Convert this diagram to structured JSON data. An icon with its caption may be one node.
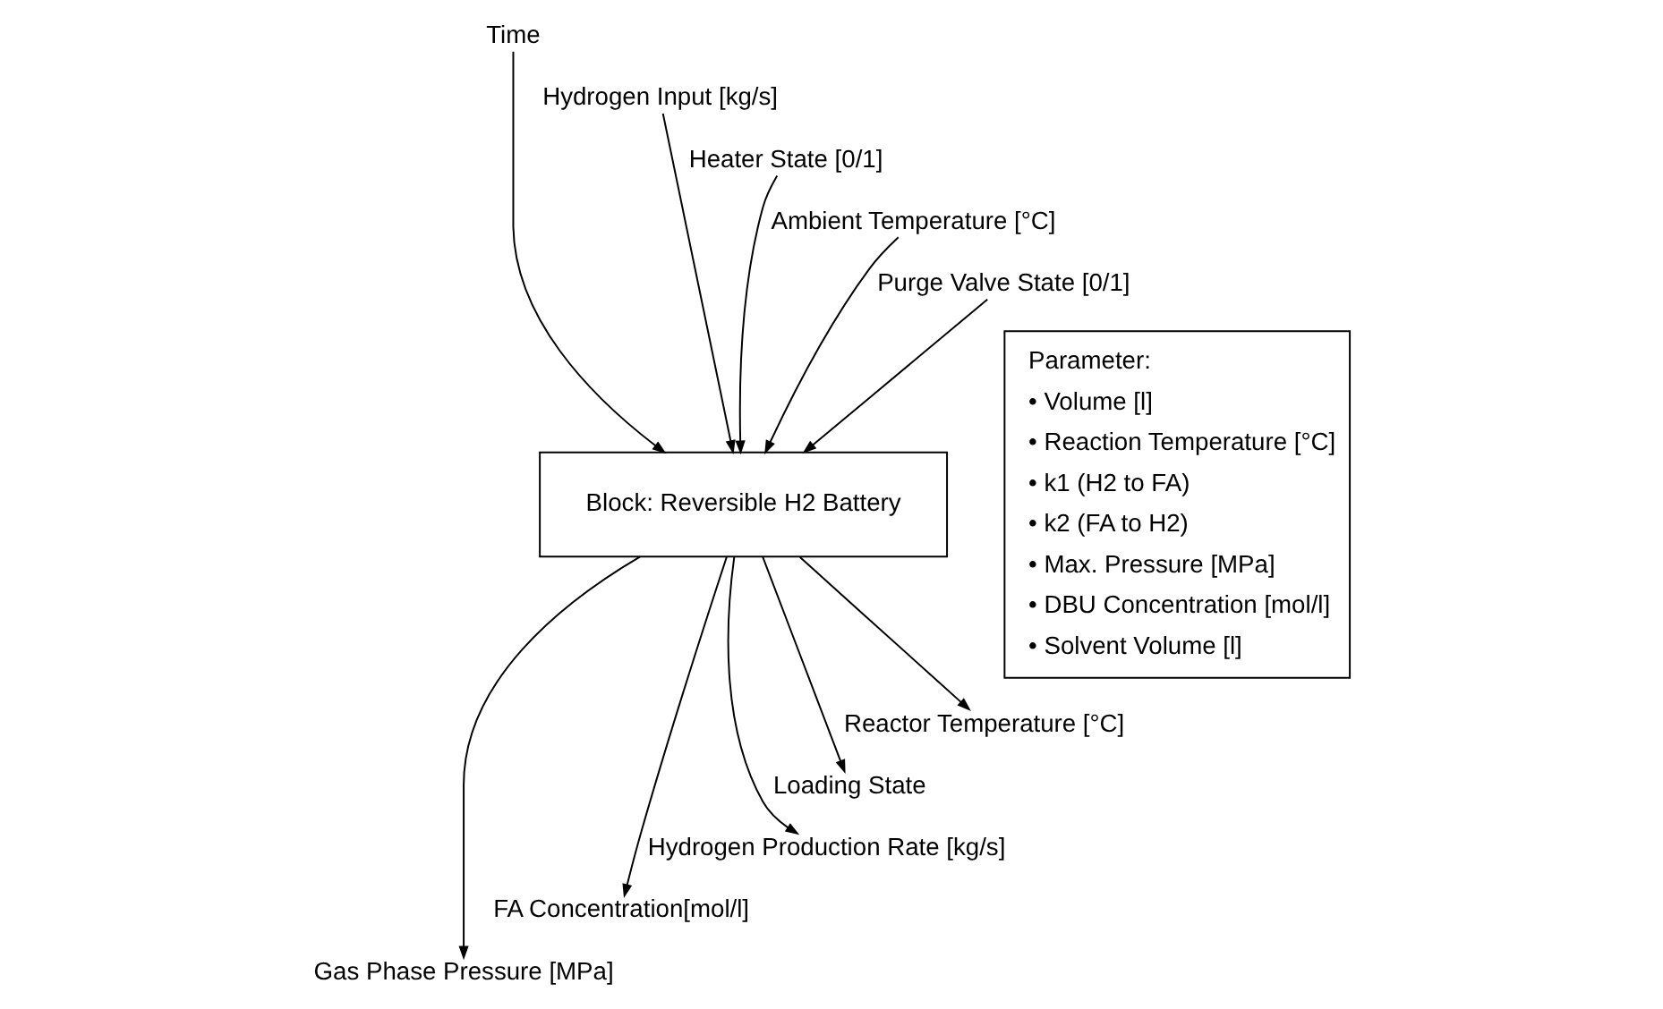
{
  "diagram": {
    "nodes": [
      {
        "text": [
          "Time"
        ]
      },
      {
        "text": [
          "Hydrogen Input [kg/s]"
        ]
      },
      {
        "text": [
          "Heater State [0/1]"
        ]
      },
      {
        "text": [
          "Ambient Temperature [°C]"
        ]
      },
      {
        "text": [
          "Purge Valve State [0/1]"
        ]
      },
      {
        "text": [
          "Block: Reversible H2 Battery"
        ]
      },
      {
        "text": [
          "Gas Phase Pressure [MPa]"
        ]
      },
      {
        "text": [
          "FA Concentration[mol/l]"
        ]
      },
      {
        "text": [
          "Hydrogen Production Rate [kg/s]"
        ]
      },
      {
        "text": [
          "Loading State"
        ]
      },
      {
        "text": [
          "Reactor Temperature [°C]"
        ]
      },
      {
        "text": [
          "Parameter:",
          "• Volume [l]",
          "• Reaction Temperature [°C]",
          "• k1 (H2 to FA)",
          "• k2 (FA to H2)",
          "• Max. Pressure [MPa]",
          "• DBU Concentration [mol/l]",
          "• Solvent Volume [l]"
        ]
      }
    ],
    "edges": [
      {
        "from": 0,
        "to": 5,
        "arrow": "to"
      },
      {
        "from": 1,
        "to": 5,
        "arrow": "to"
      },
      {
        "from": 2,
        "to": 5,
        "arrow": "to"
      },
      {
        "from": 3,
        "to": 5,
        "arrow": "to"
      },
      {
        "from": 4,
        "to": 5,
        "arrow": "to"
      },
      {
        "from": 5,
        "to": 6,
        "arrow": "to"
      },
      {
        "from": 5,
        "to": 7,
        "arrow": "to"
      },
      {
        "from": 5,
        "to": 8,
        "arrow": "to"
      },
      {
        "from": 5,
        "to": 9,
        "arrow": "to"
      },
      {
        "from": 5,
        "to": 10,
        "arrow": "to"
      }
    ]
  }
}
